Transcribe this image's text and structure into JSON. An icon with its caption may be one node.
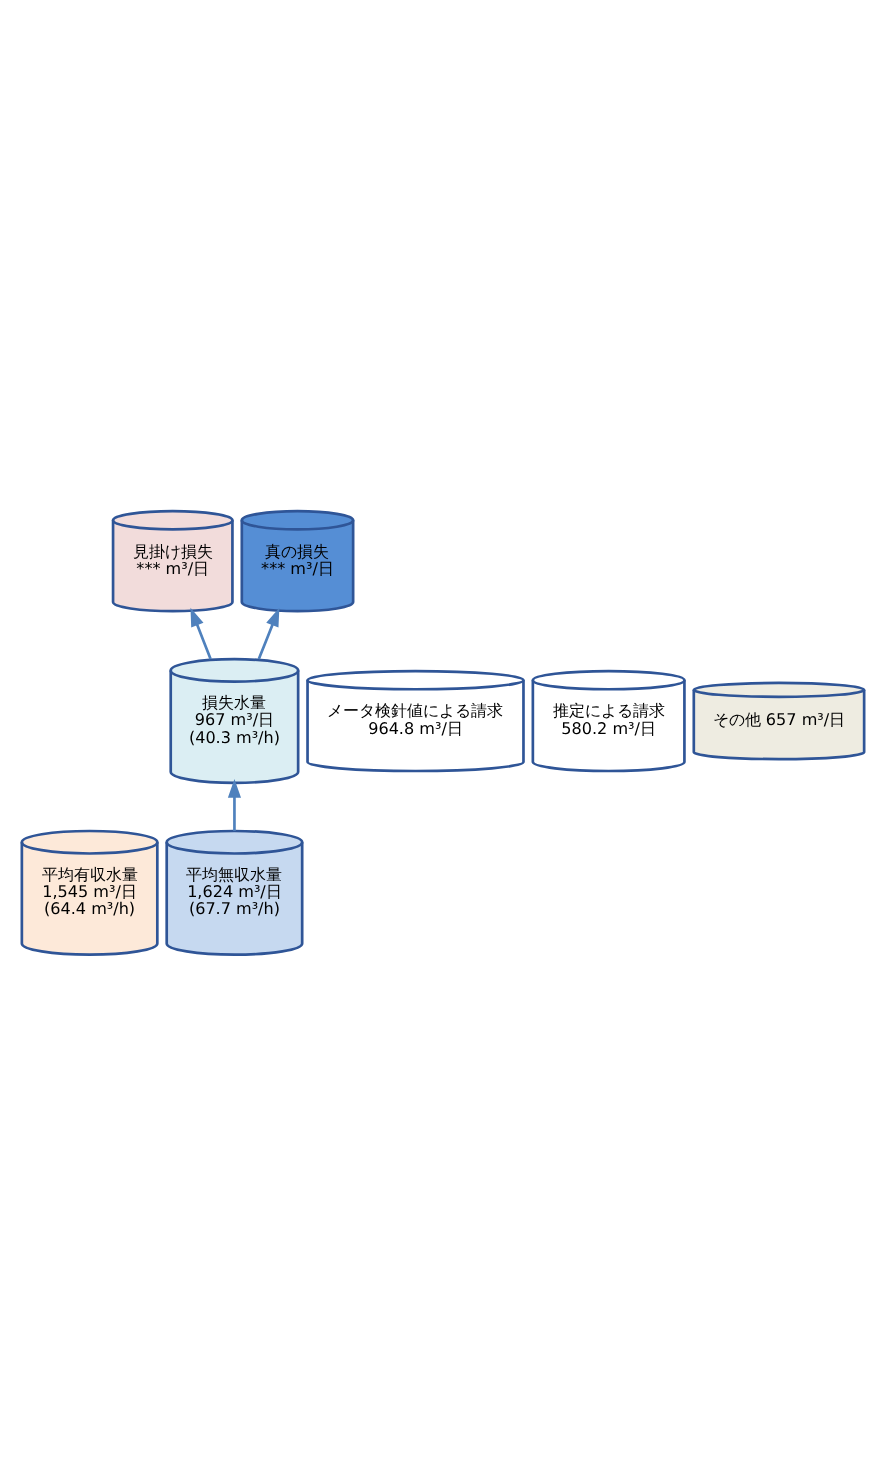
{
  "diagram": {
    "nodes": [
      {
        "text": [
          "平均有収水量",
          "1,545 m³/日",
          "(64.4 m³/h)"
        ]
      },
      {
        "text": [
          "平均無収水量",
          "1,624 m³/日",
          "(67.7 m³/h)"
        ]
      },
      {
        "text": [
          "メータ検針値による請求",
          "964.8 m³/日"
        ]
      },
      {
        "text": [
          "推定による請求",
          "580.2 m³/日"
        ]
      },
      {
        "text": [
          "その他 657 m³/日"
        ]
      },
      {
        "text": [
          "損失水量",
          "967 m³/日",
          "(40.3 m³/h)"
        ]
      },
      {
        "text": [
          "見掛け損失",
          "*** m³/日"
        ]
      },
      {
        "text": [
          "真の損失",
          "*** m³/日"
        ]
      }
    ],
    "edges": [
      {
        "from": 1,
        "to": 5,
        "arrow": "to"
      },
      {
        "from": 5,
        "to": 6,
        "arrow": "to"
      },
      {
        "from": 5,
        "to": 7,
        "arrow": "to"
      }
    ]
  }
}
